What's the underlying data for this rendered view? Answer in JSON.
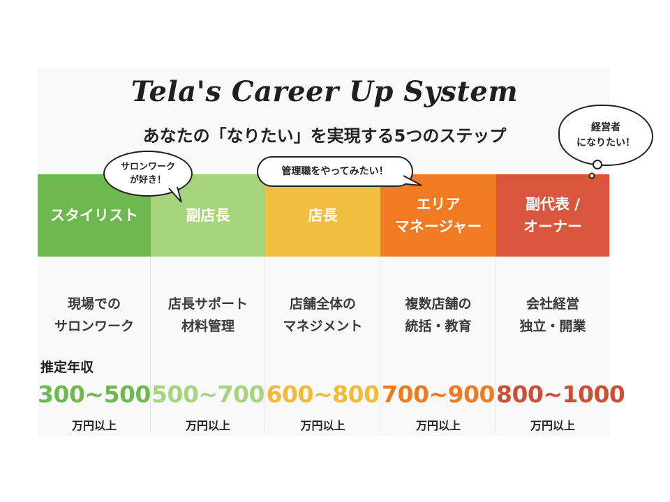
{
  "title": "Tela's Career Up System",
  "subtitle": "あなたの「なりたい」を実現する5つのステップ",
  "salary_label": "推定年収",
  "bubbles": {
    "stylist": [
      "サロンワーク",
      "が好き！"
    ],
    "manager": "管理職をやってみたい！",
    "owner": [
      "経営者",
      "になりたい！"
    ]
  },
  "steps": [
    {
      "head": [
        "スタイリスト"
      ],
      "desc": [
        "現場での",
        "サロンワーク"
      ],
      "salary": "300~500",
      "unit": "万円以上",
      "color": "#6db84f",
      "salary_color": "#6db84f"
    },
    {
      "head": [
        "副店長"
      ],
      "desc": [
        "店長サポート",
        "材料管理"
      ],
      "salary": "500~700",
      "unit": "万円以上",
      "color": "#a6d47c",
      "salary_color": "#a6d47c"
    },
    {
      "head": [
        "店長"
      ],
      "desc": [
        "店舗全体の",
        "マネジメント"
      ],
      "salary": "600~800",
      "unit": "万円以上",
      "color": "#f1be3f",
      "salary_color": "#f2b93a"
    },
    {
      "head": [
        "エリア",
        "マネージャー"
      ],
      "desc": [
        "複数店舗の",
        "統括・教育"
      ],
      "salary": "700~900",
      "unit": "万円以上",
      "color": "#f07b22",
      "salary_color": "#ef7a1f"
    },
    {
      "head": [
        "副代表 /",
        "オーナー"
      ],
      "desc": [
        "会社経営",
        "独立・開業"
      ],
      "salary": "800~1000",
      "unit": "万円以上",
      "color": "#d9553c",
      "salary_color": "#cc4f35"
    }
  ]
}
